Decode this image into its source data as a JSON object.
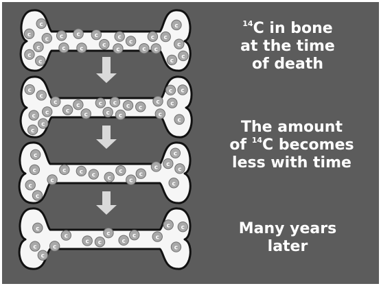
{
  "captions": {
    "first": {
      "sup": "14",
      "line1_rest": "C in bone",
      "line2": "at the time",
      "line3": "of death"
    },
    "second": {
      "line1": "The amount",
      "line2_pre": "of ",
      "sup": "14",
      "line2_rest": "C becomes",
      "line3": "less with time"
    },
    "third": {
      "line1": "Many years",
      "line2": "later"
    }
  },
  "stages": [
    {
      "atom_count": 26
    },
    {
      "atom_count": 22
    },
    {
      "atom_count": 17
    },
    {
      "atom_count": 14
    }
  ],
  "colors": {
    "background": "#5c5c5c",
    "bone_fill": "#f6f6f6",
    "bone_outline": "#111111",
    "atom_fill": "#a9a9a9",
    "arrow": "#d9d9d9",
    "text": "#ffffff"
  },
  "arrow_icon": "down-arrow-icon",
  "atom_label": "c"
}
